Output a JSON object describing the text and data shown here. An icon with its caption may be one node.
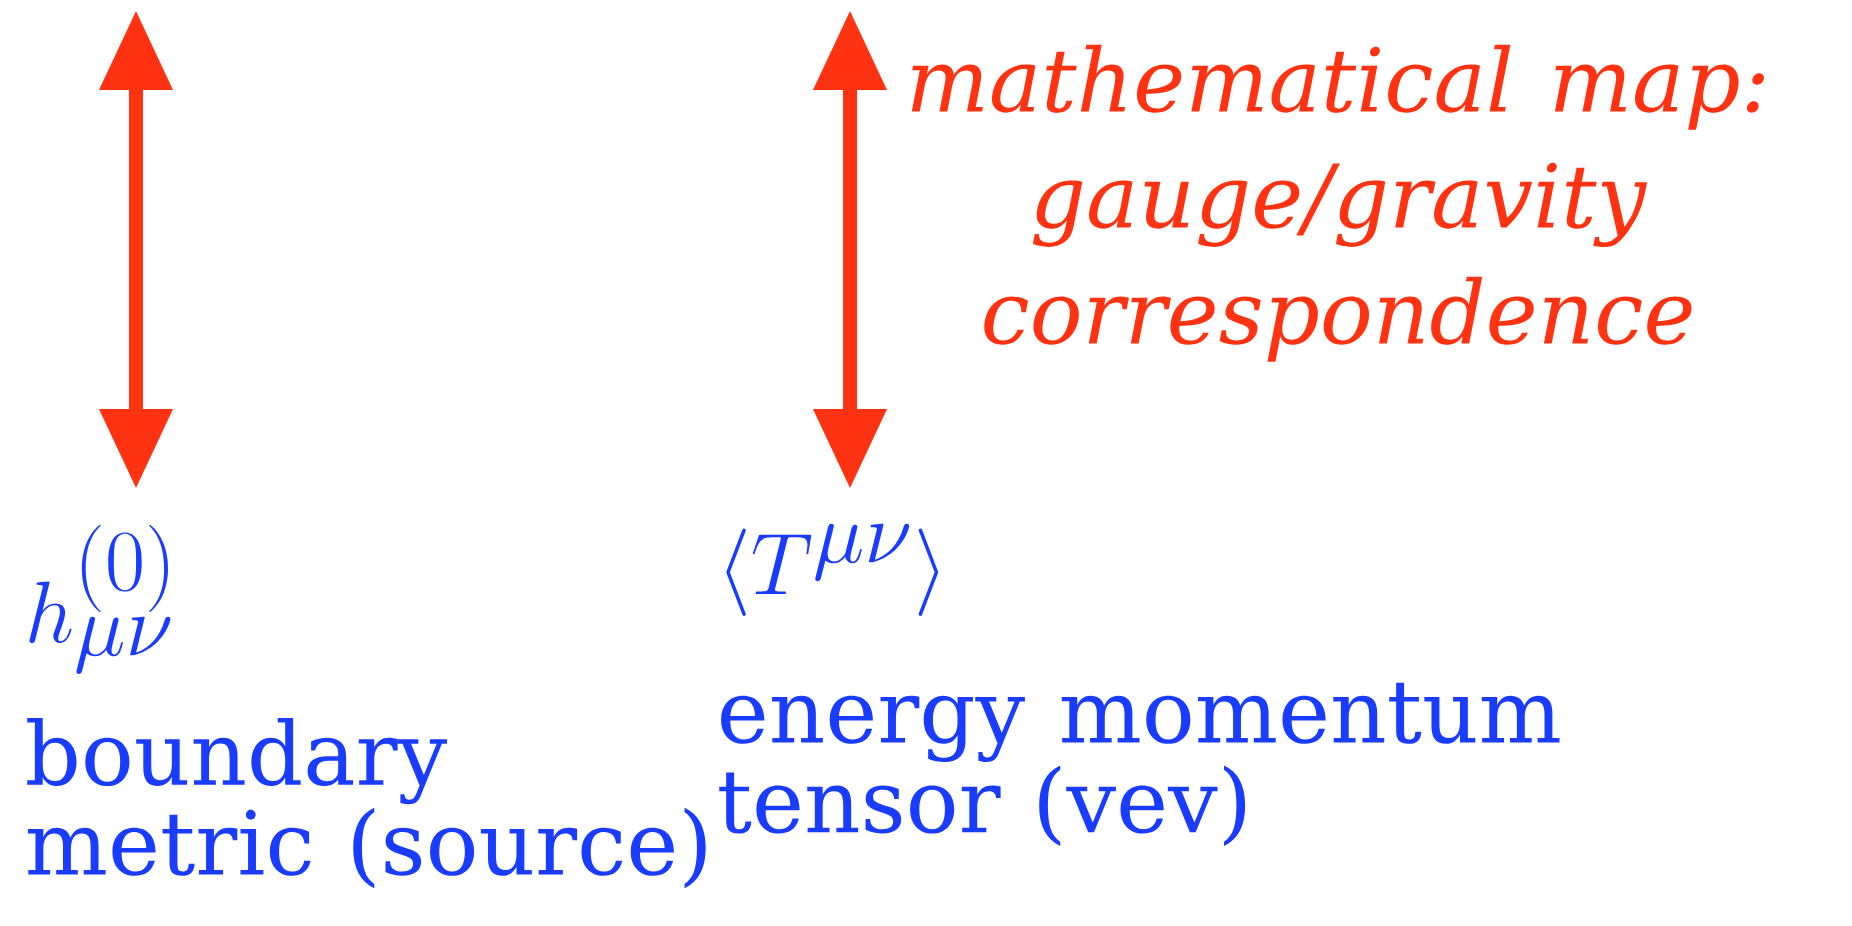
{
  "diagram": {
    "nodes": [
      {
        "text": [
          "h^{(0)}_{\\mu\\nu}",
          "boundary metric (source)"
        ]
      },
      {
        "text": [
          "\\langle T^{\\mu\\nu}\\rangle",
          "energy momentum tensor (vev)"
        ]
      }
    ],
    "edges": [
      {
        "from": null,
        "to": 0,
        "arrow": "both"
      },
      {
        "from": null,
        "to": 1,
        "arrow": "both"
      }
    ],
    "labels": [
      "mathematical map: gauge/gravity correspondence"
    ]
  }
}
